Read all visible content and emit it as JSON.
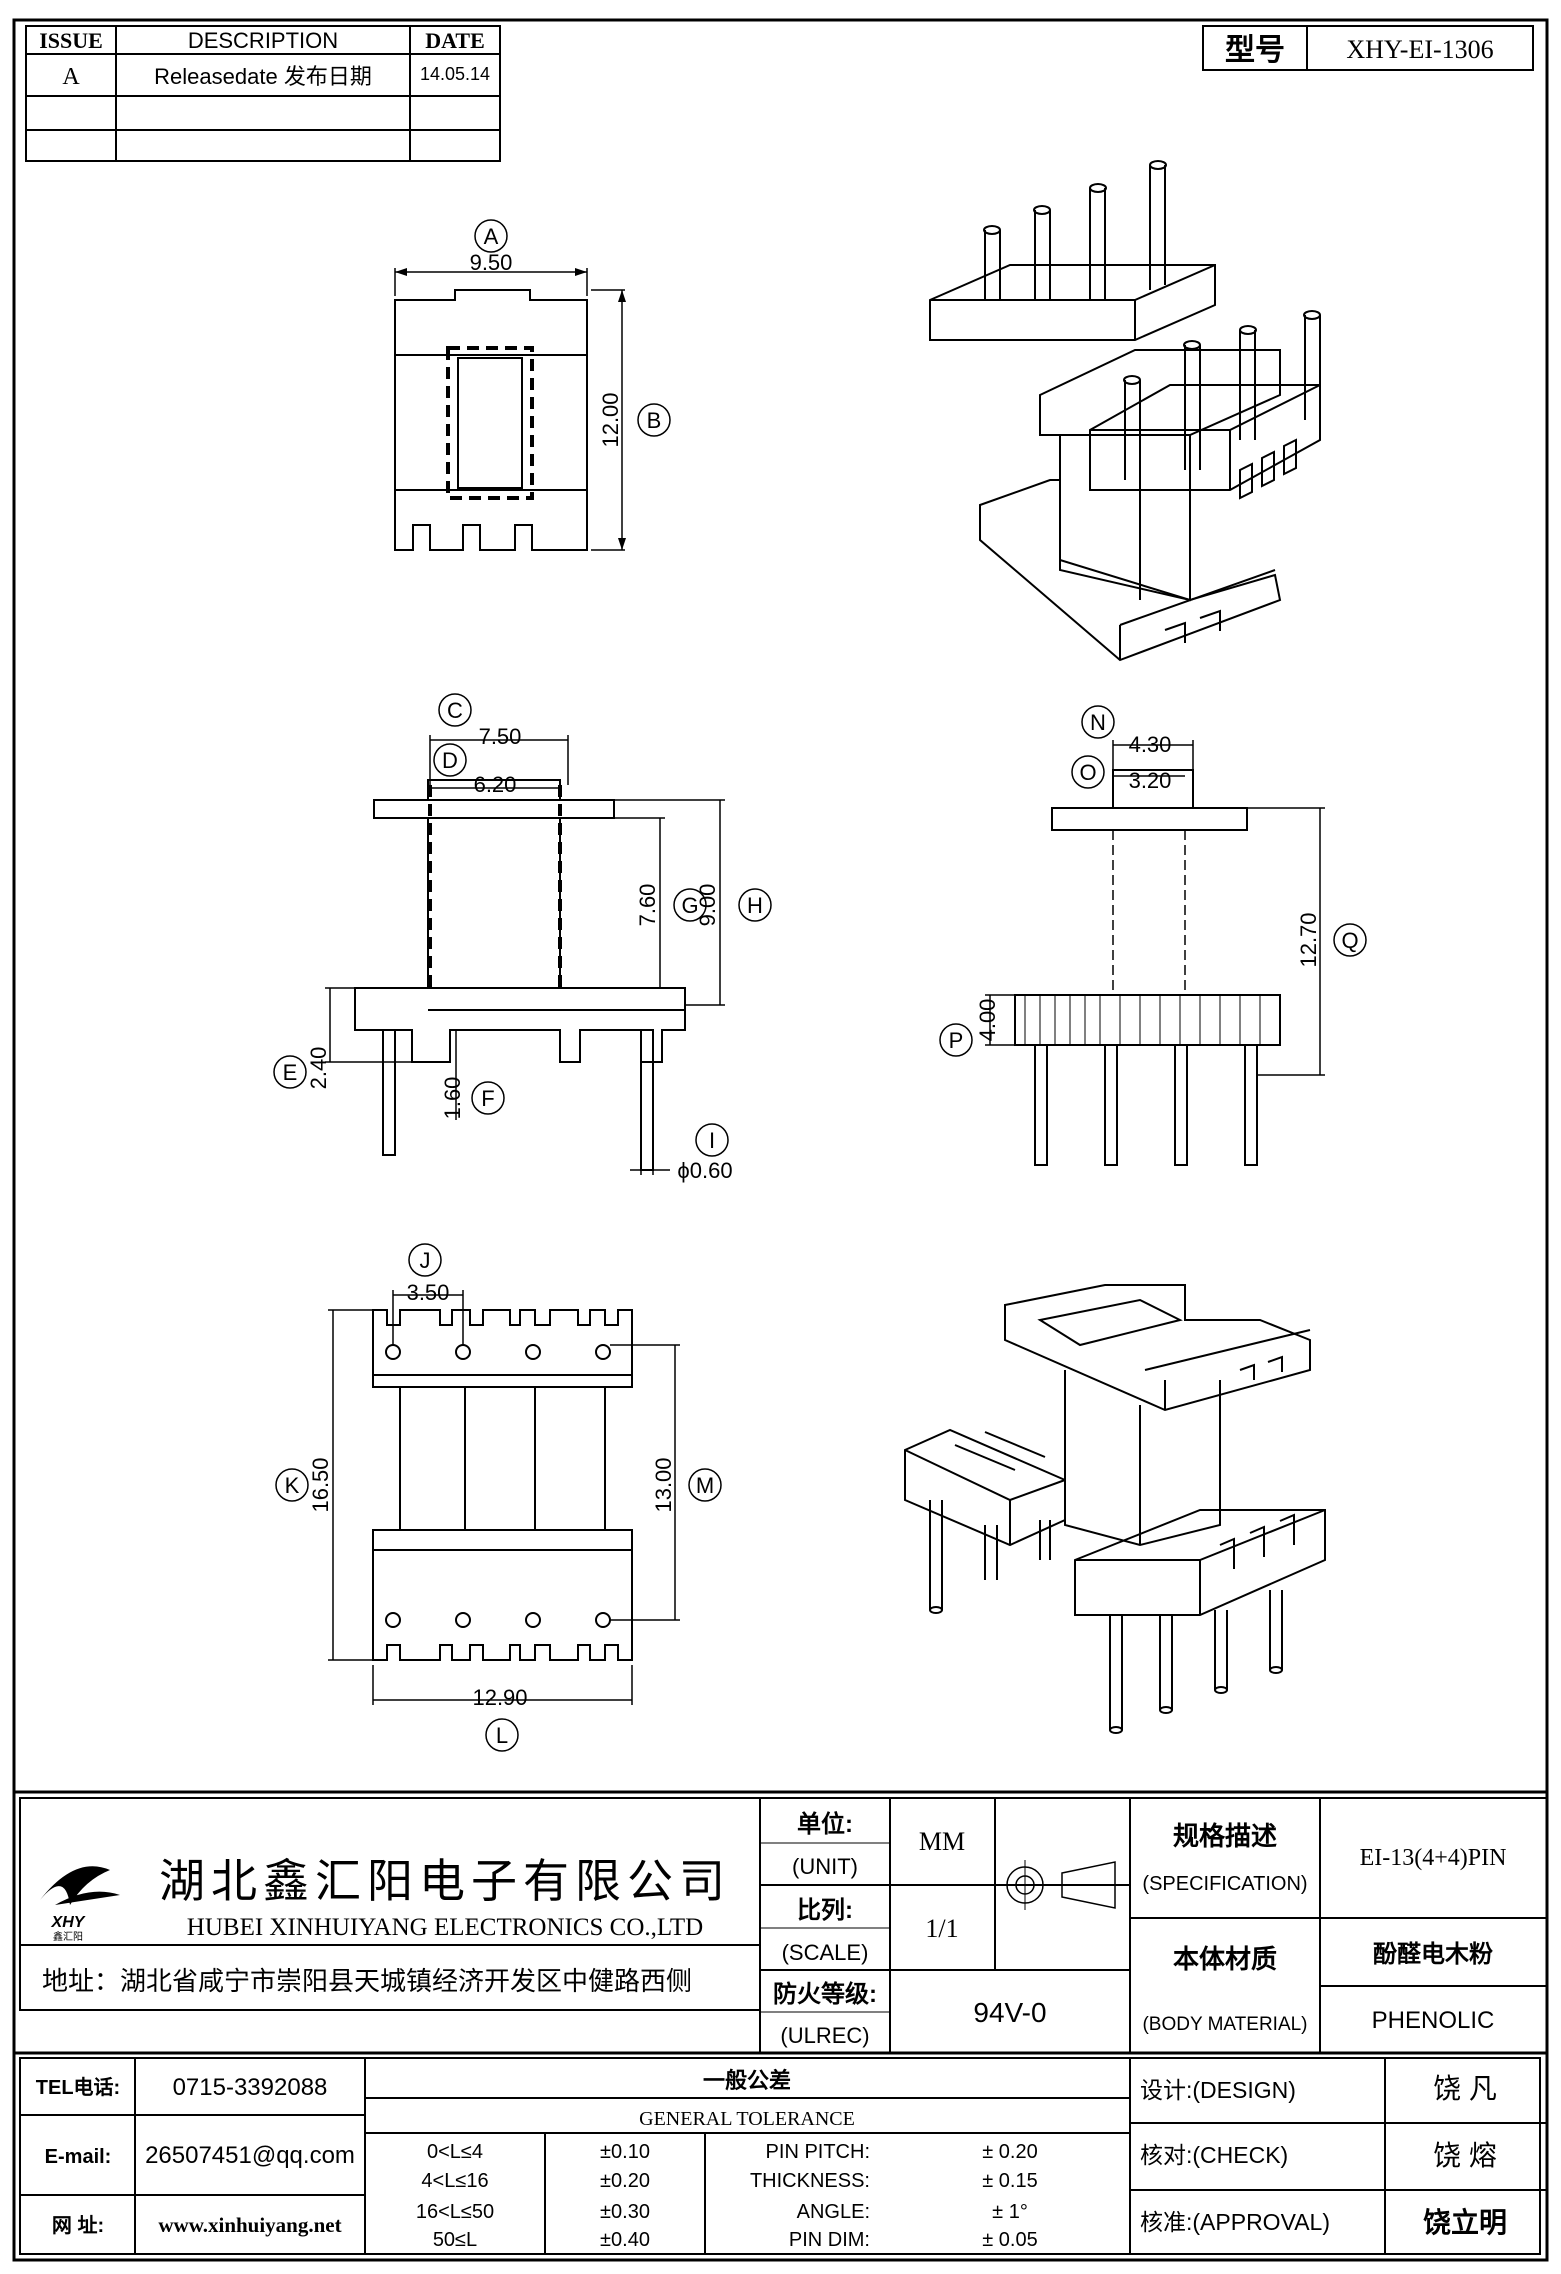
{
  "revision_table": {
    "headers": [
      "ISSUE",
      "DESCRIPTION",
      "DATE"
    ],
    "rows": [
      {
        "issue": "A",
        "description": "Releasedate 发布日期",
        "date": "14.05.14"
      },
      {
        "issue": "",
        "description": "",
        "date": ""
      },
      {
        "issue": "",
        "description": "",
        "date": ""
      }
    ]
  },
  "model": {
    "label": "型号",
    "value": "XHY-EI-1306"
  },
  "dimensions": {
    "A": "9.50",
    "B": "12.00",
    "C": "7.50",
    "D": "6.20",
    "G": "7.60",
    "H": "9.00",
    "E": "2.40",
    "F": "1.60",
    "I": "ϕ0.60",
    "N": "4.30",
    "O": "3.20",
    "Q": "12.70",
    "P": "4.00",
    "J": "3.50",
    "K": "16.50",
    "M": "13.00",
    "L": "12.90"
  },
  "dimension_letters": [
    "A",
    "B",
    "C",
    "D",
    "E",
    "F",
    "G",
    "H",
    "I",
    "J",
    "K",
    "L",
    "M",
    "N",
    "O",
    "P",
    "Q"
  ],
  "company": {
    "name_cn": "湖北鑫汇阳电子有限公司",
    "name_en": "HUBEI XINHUIYANG ELECTRONICS CO.,LTD",
    "address": "地址：湖北省咸宁市崇阳县天城镇经济开发区中健路西侧",
    "logo_text": "XHY",
    "logo_sub": "鑫汇阳"
  },
  "contact": {
    "tel_label": "TEL电话:",
    "tel": "0715-3392088",
    "email_label": "E-mail:",
    "email": "26507451@qq.com",
    "web_label": "网  址:",
    "web": "www.xinhuiyang.net"
  },
  "spec_block": {
    "unit_label_cn": "单位:",
    "unit_label_en": "(UNIT)",
    "unit": "MM",
    "scale_label_cn": "比列:",
    "scale_label_en": "(SCALE)",
    "scale": "1/1",
    "ulrec_label_cn": "防火等级:",
    "ulrec_label_en": "(ULREC)",
    "ulrec": "94V-0",
    "spec_label_cn": "规格描述",
    "spec_label_en": "(SPECIFICATION)",
    "spec": "EI-13(4+4)PIN",
    "material_label_cn": "本体材质",
    "material_label_en": "(BODY MATERIAL)",
    "material_cn": "酚醛电木粉",
    "material_en": "PHENOLIC"
  },
  "tolerance": {
    "title_cn": "一般公差",
    "title_en": "GENERAL TOLERANCE",
    "ranges": [
      {
        "range": "0<L≤4",
        "tol": "±0.10"
      },
      {
        "range": "4<L≤16",
        "tol": "±0.20"
      },
      {
        "range": "16<L≤50",
        "tol": "±0.30"
      },
      {
        "range": "50≤L",
        "tol": "±0.40"
      }
    ],
    "extra": [
      {
        "label": "PIN PITCH:",
        "tol": "± 0.20"
      },
      {
        "label": "THICKNESS:",
        "tol": "± 0.15"
      },
      {
        "label": "ANGLE:",
        "tol": "± 1°"
      },
      {
        "label": "PIN DIM:",
        "tol": "± 0.05"
      }
    ]
  },
  "approvals": [
    {
      "label": "设计:(DESIGN)",
      "name": "饶  凡"
    },
    {
      "label": "核对:(CHECK)",
      "name": "饶  熔"
    },
    {
      "label": "核准:(APPROVAL)",
      "name": "饶立明"
    }
  ]
}
